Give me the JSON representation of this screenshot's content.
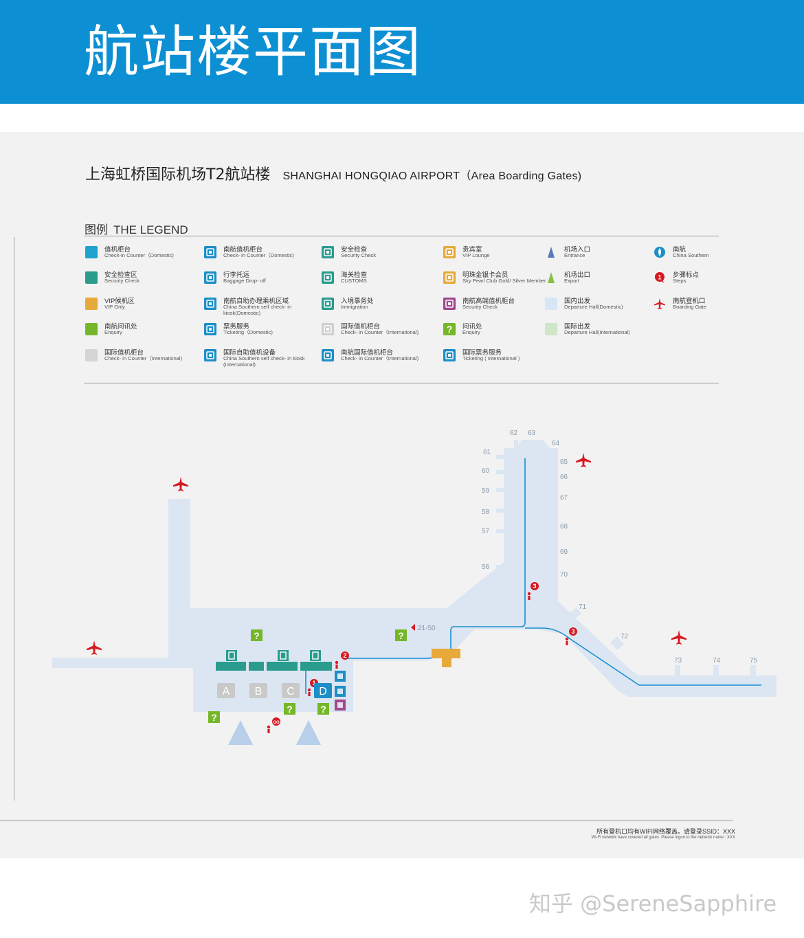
{
  "header": {
    "title": "航站楼平面图"
  },
  "map_title": {
    "cn": "上海虹桥国际机场T2航站楼",
    "en": "SHANGHAI  HONGQIAO  AIRPORT（Area Boarding Gates)"
  },
  "legend": {
    "title_cn": "图例",
    "title_en": "THE LEGEND",
    "items": [
      {
        "cn": "值机柜台",
        "en": "Check-in Counter（Domestic)",
        "icon": "square-checkin-domestic-icon",
        "color": "#21a3cf"
      },
      {
        "cn": "安全检查区",
        "en": "Security Check",
        "icon": "square-security-area-icon",
        "color": "#2a9c8e"
      },
      {
        "cn": "VIP候机区",
        "en": "VIP Only",
        "icon": "square-vip-area-icon",
        "color": "#e8a93b"
      },
      {
        "cn": "南航问讯处",
        "en": "Enquiry",
        "icon": "square-enquiry-icon",
        "color": "#76b72a"
      },
      {
        "cn": "国际值机柜台",
        "en": "Check- in Counter（International)",
        "icon": "square-checkin-international-icon",
        "color": "#d5d5d5"
      },
      {
        "cn": "南航值机柜台",
        "en": "Check- in Counter（Domestic)",
        "icon": "checkin-counter-icon",
        "color": "#1d8ec6"
      },
      {
        "cn": "行李托运",
        "en": "Baggage Drop- off",
        "icon": "baggage-drop-icon",
        "color": "#1d8ec6"
      },
      {
        "cn": "南航自助办理乘机区域",
        "en": "China Southern self check- in kiosk(Domestic)",
        "icon": "self-checkin-kiosk-icon",
        "color": "#1d8ec6"
      },
      {
        "cn": "票务服务",
        "en": "Ticketing（Domestic)",
        "icon": "ticketing-icon",
        "color": "#1d8ec6"
      },
      {
        "cn": "国际自助值机设备",
        "en": "China Southern self check- in kiosk (International)",
        "icon": "self-checkin-kiosk-intl-icon",
        "color": "#1d8ec6"
      },
      {
        "cn": "安全检查",
        "en": "Security Check",
        "icon": "security-gate-icon",
        "color": "#2a9c8e"
      },
      {
        "cn": "海关检查",
        "en": "CUSTOMS",
        "icon": "customs-icon",
        "color": "#2a9c8e"
      },
      {
        "cn": "入境事务处",
        "en": "Immigration",
        "icon": "immigration-icon",
        "color": "#2a9c8e"
      },
      {
        "cn": "国际值机柜台",
        "en": "Check- in Counter（International)",
        "icon": "checkin-intl-icon",
        "color": "#cfcfcf"
      },
      {
        "cn": "南航国际值机柜台",
        "en": "Check- in Counter（International)",
        "icon": "cs-checkin-intl-icon",
        "color": "#1d8ec6"
      },
      {
        "cn": "贵宾室",
        "en": "VIP Lounge",
        "icon": "vip-lounge-icon",
        "color": "#e8a93b"
      },
      {
        "cn": "明珠金银卡会员",
        "en": "Sky Pearl Club Gold/ Silver Member",
        "icon": "sky-pearl-icon",
        "color": "#e8a93b"
      },
      {
        "cn": "南航高端值机柜台",
        "en": "Security Check",
        "icon": "premium-checkin-icon",
        "color": "#a0498f"
      },
      {
        "cn": "问讯处",
        "en": "Enquiry",
        "icon": "question-icon",
        "color": "#76b72a"
      },
      {
        "cn": "国际票务服务",
        "en": "Ticketing ( International )",
        "icon": "ticketing-intl-icon",
        "color": "#1d8ec6"
      },
      {
        "cn": "机场入口",
        "en": "Entrance",
        "icon": "entrance-icon",
        "color": "#3d66b0"
      },
      {
        "cn": "机场出口",
        "en": "Export",
        "icon": "exit-icon",
        "color": "#76b72a"
      },
      {
        "cn": "国内出发",
        "en": "Departure Hall(Domestic)",
        "icon": "square-departure-domestic-icon",
        "color": "#d7e6f4"
      },
      {
        "cn": "国际出发",
        "en": "Departure Hall(International)",
        "icon": "square-departure-intl-icon",
        "color": "#cfe6c9"
      },
      {
        "cn": "南航",
        "en": "China Southern",
        "icon": "china-southern-logo-icon",
        "color": "#1d8ec6"
      },
      {
        "cn": "步骤标点",
        "en": "Steps",
        "icon": "step-marker-icon",
        "color": "#d71920"
      },
      {
        "cn": "南航登机口",
        "en": "Boarding Gate",
        "icon": "plane-icon",
        "color": "#d71920"
      }
    ]
  },
  "map": {
    "gates_top": [
      "56",
      "57",
      "58",
      "59",
      "60",
      "61",
      "62",
      "63",
      "64",
      "65",
      "66",
      "67",
      "68",
      "69",
      "70"
    ],
    "gates_right": [
      "71",
      "72",
      "73",
      "74",
      "75"
    ],
    "gate_range": "21-50",
    "zones": [
      "A",
      "B",
      "C",
      "D"
    ],
    "steps": [
      "1",
      "2",
      "3",
      "3",
      "GO"
    ],
    "colors": {
      "hall": "#dbe6f2",
      "route": "#1a8fd0",
      "counter": "#2a9c8e",
      "zone_gray": "#c9c9c9",
      "zone_d": "#1d8ec6",
      "plane": "#d71920",
      "enquiry": "#76b72a",
      "vip": "#e8a93b"
    }
  },
  "footer": {
    "wifi_cn": "所有登机口均有WIFI网络覆盖。请登录SSID：XXX",
    "wifi_en": "Wi-Fi network have covered all gates. Please logon to the network name : XXX"
  },
  "watermark": "知乎 @SereneSapphire"
}
